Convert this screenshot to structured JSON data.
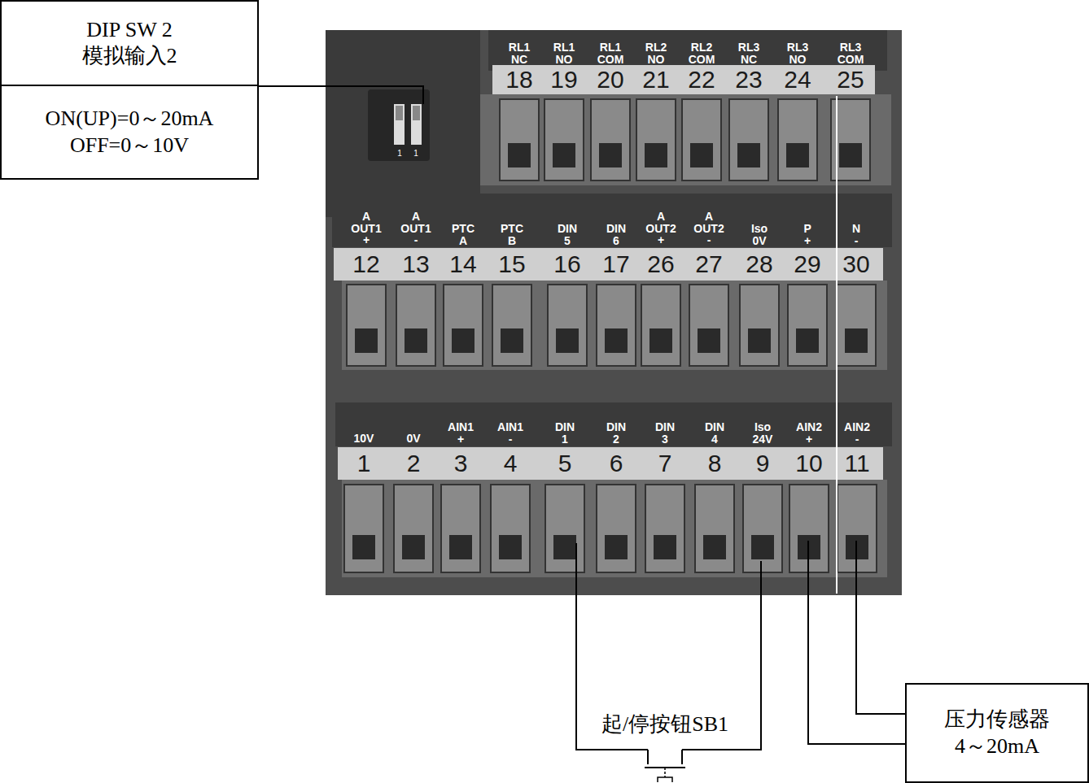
{
  "diagram": {
    "nodes": [
      {
        "text": [
          "DIP SW 2",
          "模拟输入2"
        ]
      },
      {
        "text": [
          "ON(UP)=0～20mA",
          "OFF=0～10V"
        ]
      },
      {
        "text": [
          "压力传感器",
          "4～20mA"
        ]
      }
    ],
    "labels": [
      "1",
      "1",
      "RL1 NC",
      "RL1 NO",
      "RL1 COM",
      "RL2 NO",
      "RL2 COM",
      "RL3 NC",
      "RL3 NO",
      "RL3 COM",
      "18",
      "19",
      "20",
      "21",
      "22",
      "23",
      "24",
      "25",
      "A OUT1 +",
      "A OUT1 -",
      "PTC A",
      "PTC B",
      "DIN 5",
      "DIN 6",
      "A OUT2 +",
      "A OUT2 -",
      "Iso 0V",
      "P +",
      "N -",
      "12",
      "13",
      "14",
      "15",
      "16",
      "17",
      "26",
      "27",
      "28",
      "29",
      "30",
      "10V",
      "0V",
      "AIN1 +",
      "AIN1 -",
      "DIN 1",
      "DIN 2",
      "DIN 3",
      "DIN 4",
      "Iso 24V",
      "AIN2 +",
      "AIN2 -",
      "1",
      "2",
      "3",
      "4",
      "5",
      "6",
      "7",
      "8",
      "9",
      "10",
      "11",
      "起/停按钮SB1"
    ]
  }
}
